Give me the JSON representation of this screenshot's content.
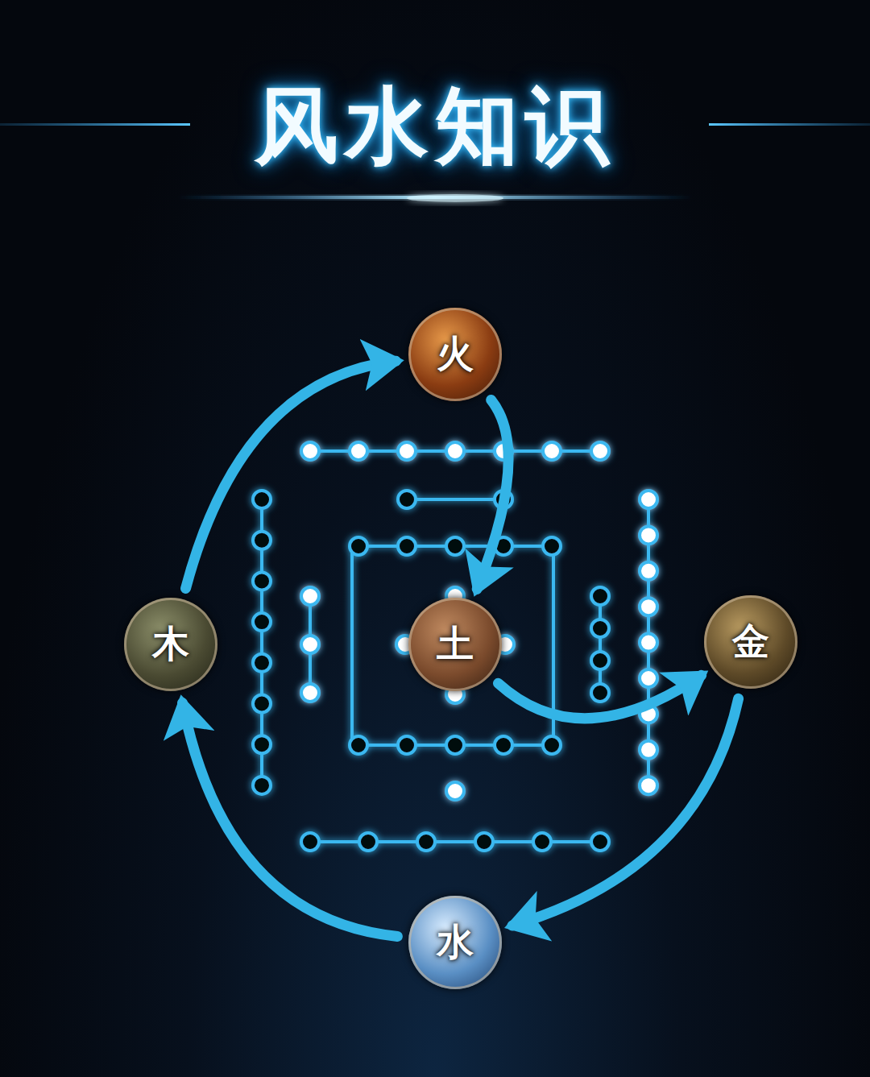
{
  "diagram": {
    "title": "风水知识",
    "nodes": [
      {
        "text": [
          "火"
        ]
      },
      {
        "text": [
          "木"
        ]
      },
      {
        "text": [
          "土"
        ]
      },
      {
        "text": [
          "金"
        ]
      },
      {
        "text": [
          "水"
        ]
      }
    ],
    "edges": [
      {
        "from": 1,
        "to": 0,
        "arrow": "to"
      },
      {
        "from": 0,
        "to": 2,
        "arrow": "to"
      },
      {
        "from": 2,
        "to": 3,
        "arrow": "to"
      },
      {
        "from": 3,
        "to": 4,
        "arrow": "to"
      },
      {
        "from": 4,
        "to": 1,
        "arrow": "to"
      }
    ]
  }
}
